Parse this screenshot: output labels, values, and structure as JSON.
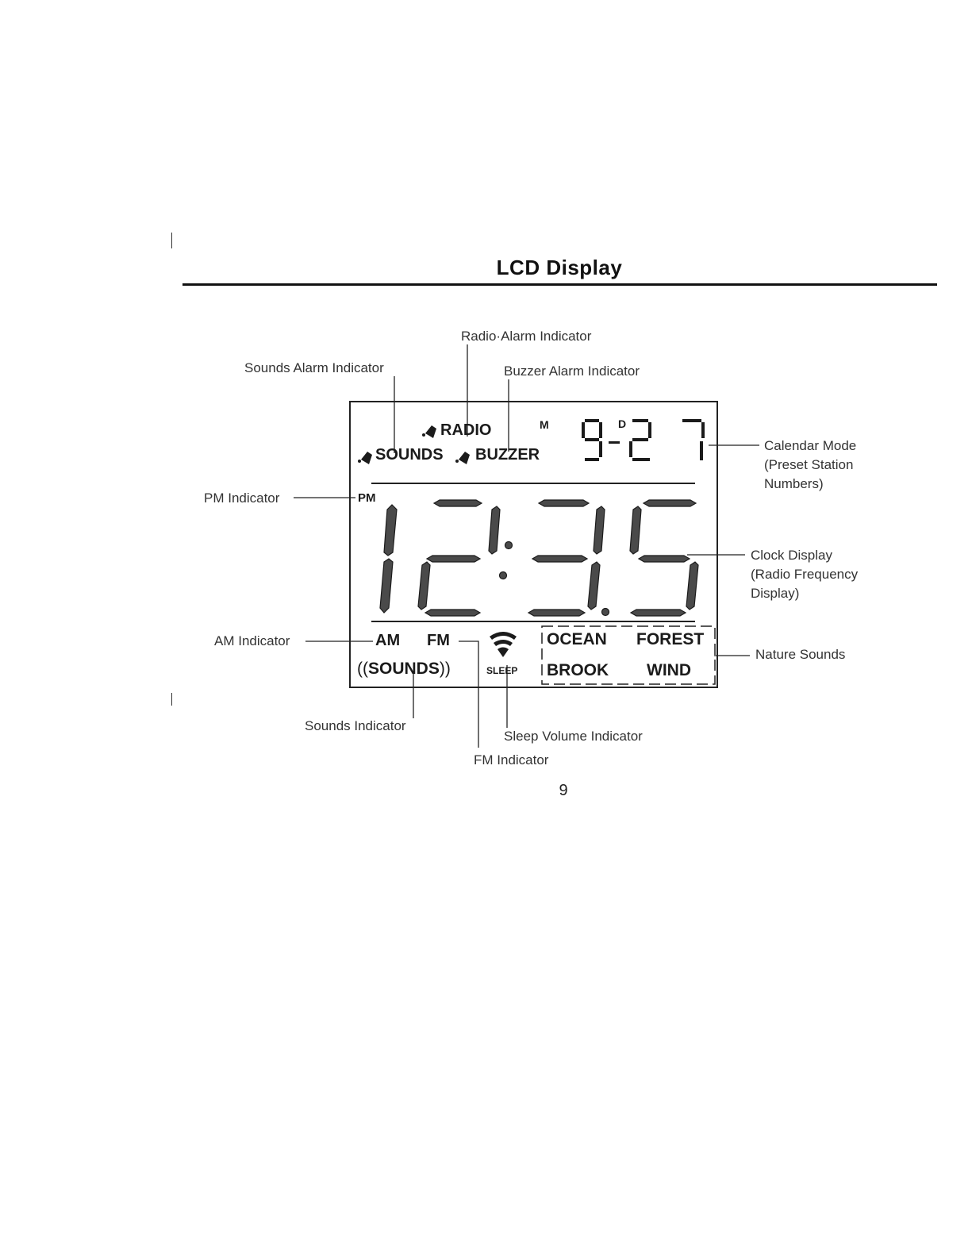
{
  "page": {
    "title": "LCD Display",
    "page_number": "9"
  },
  "callouts": {
    "radio_alarm": "Radio·Alarm Indicator",
    "sounds_alarm": "Sounds Alarm Indicator",
    "buzzer_alarm": "Buzzer Alarm Indicator",
    "calendar_mode_1": "Calendar Mode",
    "calendar_mode_2": "(Preset Station",
    "calendar_mode_3": "Numbers)",
    "pm_indicator": "PM Indicator",
    "clock_display_1": "Clock Display",
    "clock_display_2": "(Radio Frequency",
    "clock_display_3": "Display)",
    "am_indicator": "AM Indicator",
    "nature_sounds": "Nature Sounds",
    "sounds_indicator": "Sounds Indicator",
    "sleep_volume": "Sleep Volume Indicator",
    "fm_indicator": "FM Indicator"
  },
  "lcd": {
    "radio": "RADIO",
    "sounds_alarm": "SOUNDS",
    "buzzer": "BUZZER",
    "month_marker": "M",
    "day_marker": "D",
    "calendar_value": "9-27",
    "pm": "PM",
    "clock_value": "12:35",
    "am": "AM",
    "fm": "FM",
    "sounds": "SOUNDS",
    "sleep": "SLEEP",
    "nature": [
      "OCEAN",
      "FOREST",
      "BROOK",
      "WIND"
    ]
  },
  "icons": {
    "alarm_bell": "bell-icon",
    "sleep_volume": "sleep-volume-icon",
    "sound_waves": "sound-wave-icon"
  },
  "colors": {
    "ink": "#111111",
    "lcd_segment": "#3a3a3a"
  }
}
